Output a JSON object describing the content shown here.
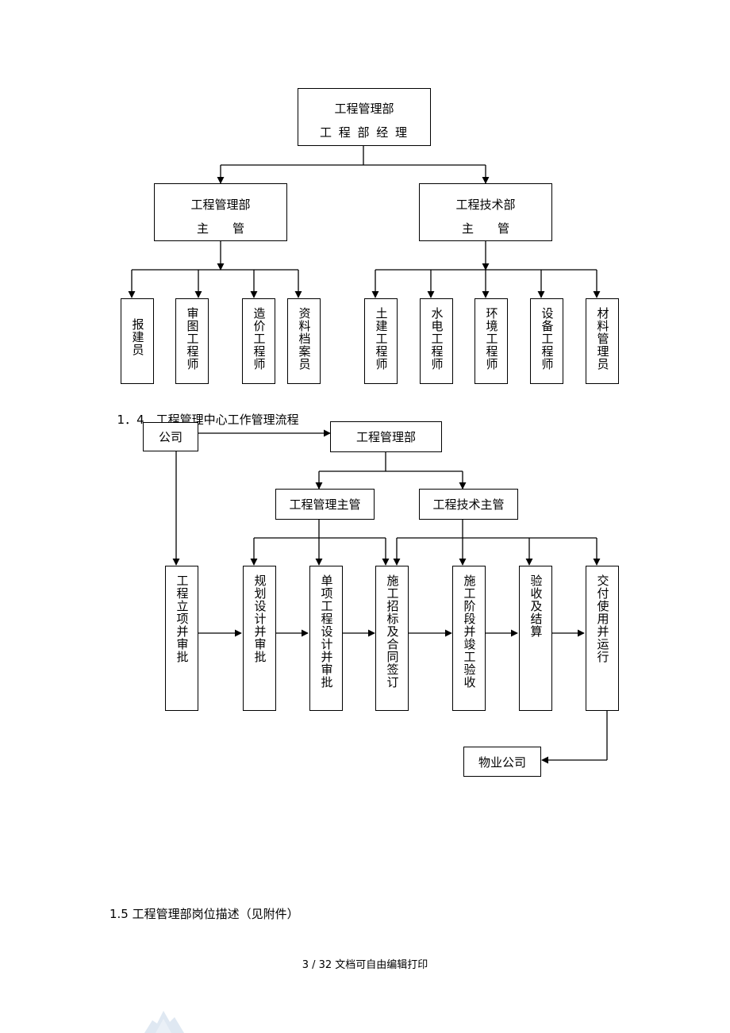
{
  "org_chart": {
    "top": {
      "line1": "工程管理部",
      "line2": "工 程 部 经 理"
    },
    "left_head": {
      "line1": "工程管理部",
      "line2": "主　　管"
    },
    "right_head": {
      "line1": "工程技术部",
      "line2": "主　　管"
    },
    "left_staff": [
      "报建员",
      "审图工程师",
      "造价工程师",
      "资料档案员"
    ],
    "right_staff": [
      "土建工程师",
      "水电工程师",
      "环境工程师",
      "设备工程师",
      "材料管理员"
    ]
  },
  "section_1_4": {
    "number": "1．4",
    "title": "工程管理中心工作管理流程"
  },
  "flow": {
    "company": "公司",
    "dept": "工程管理部",
    "mgr_a": "工程管理主管",
    "mgr_b": "工程技术主管",
    "steps": [
      "工程立项并审批",
      "规划设计并审批",
      "单项工程设计并审批",
      "施工招标及合同签订",
      "施工阶段并竣工验收",
      "验收及结算",
      "交付使用并运行"
    ],
    "property": "物业公司"
  },
  "section_1_5": {
    "text": "1.5 工程管理部岗位描述（见附件）"
  },
  "footer": {
    "text": "3 / 32 文档可自由编辑打印"
  }
}
